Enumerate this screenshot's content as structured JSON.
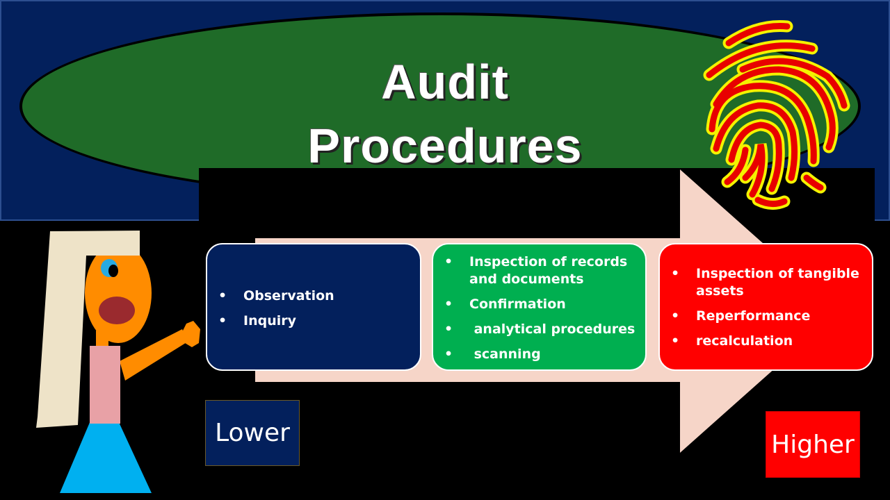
{
  "title": {
    "line1": "Audit",
    "line2": "Procedures"
  },
  "boxes": {
    "lower_box": {
      "items": [
        "Observation",
        "Inquiry"
      ]
    },
    "middle_box": {
      "items": [
        "Inspection of records and documents",
        "Confirmation",
        " analytical procedures",
        " scanning"
      ]
    },
    "higher_box": {
      "items": [
        "Inspection of tangible assets",
        "Reperformance",
        "recalculation"
      ]
    }
  },
  "scale": {
    "lower_label": "Lower",
    "higher_label": "Higher"
  },
  "bullet_char": "•",
  "colors": {
    "header_band": "#03205c",
    "ellipse": "#1f6b28",
    "arrow": "#f6d5c8",
    "box_blue": "#03205c",
    "box_green": "#00af50",
    "box_red": "#ff0000",
    "fingerprint_ridge": "#e80000",
    "fingerprint_outline": "#f4f200"
  },
  "icons": {
    "header": "fingerprint-icon",
    "character": "cartoon-person"
  }
}
